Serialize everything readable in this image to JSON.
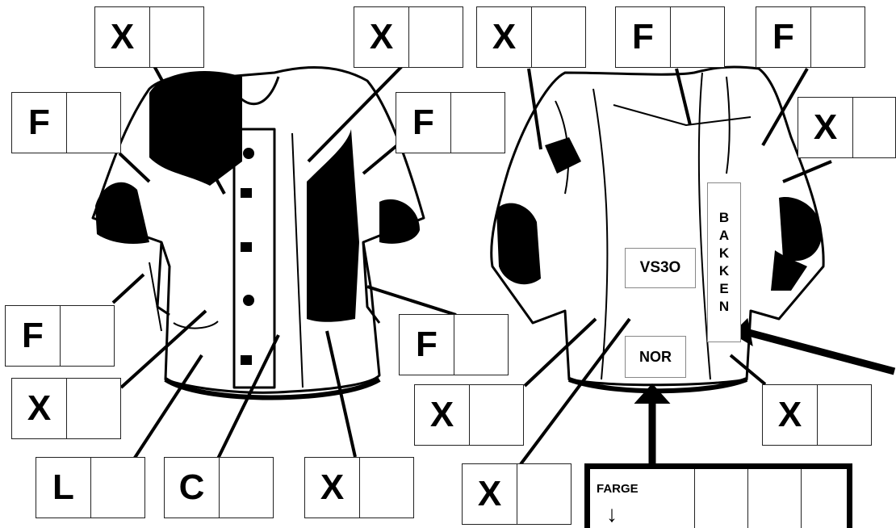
{
  "code_boxes": [
    {
      "letter": "X"
    },
    {
      "letter": "X"
    },
    {
      "letter": "F"
    },
    {
      "letter": "F"
    },
    {
      "letter": "F"
    },
    {
      "letter": "X"
    },
    {
      "letter": "F"
    },
    {
      "letter": "L"
    },
    {
      "letter": "C"
    },
    {
      "letter": "X"
    },
    {
      "letter": "X"
    },
    {
      "letter": "F"
    },
    {
      "letter": "F"
    },
    {
      "letter": "X"
    },
    {
      "letter": "X"
    },
    {
      "letter": "X"
    },
    {
      "letter": "X"
    }
  ],
  "patches": {
    "club": "VS3O",
    "country": "NOR",
    "name_letters": [
      "B",
      "A",
      "K",
      "K",
      "E",
      "N"
    ]
  },
  "color_table": {
    "label": "FARGE",
    "arrow": "↓"
  }
}
